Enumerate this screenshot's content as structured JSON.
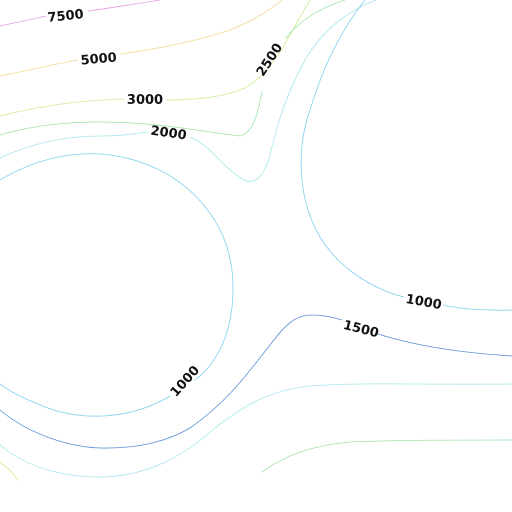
{
  "chart_data": {
    "type": "contour",
    "title": "",
    "xlabel": "",
    "ylabel": "",
    "grid": false,
    "legend": "none",
    "levels": [
      {
        "value": 1000,
        "label": "1000",
        "color": "#7fd0ee"
      },
      {
        "value": 1500,
        "label": "1500",
        "color": "#5b8fd8"
      },
      {
        "value": 2000,
        "label": "2000",
        "color": "#a6e6ea"
      },
      {
        "value": 2500,
        "label": "2500",
        "color": "#9fe3a8"
      },
      {
        "value": 3000,
        "label": "3000",
        "color": "#c9ec8f"
      },
      {
        "value": 5000,
        "label": "5000",
        "color": "#f0d890"
      },
      {
        "value": 7500,
        "label": "7500",
        "color": "#e79be6"
      }
    ]
  }
}
